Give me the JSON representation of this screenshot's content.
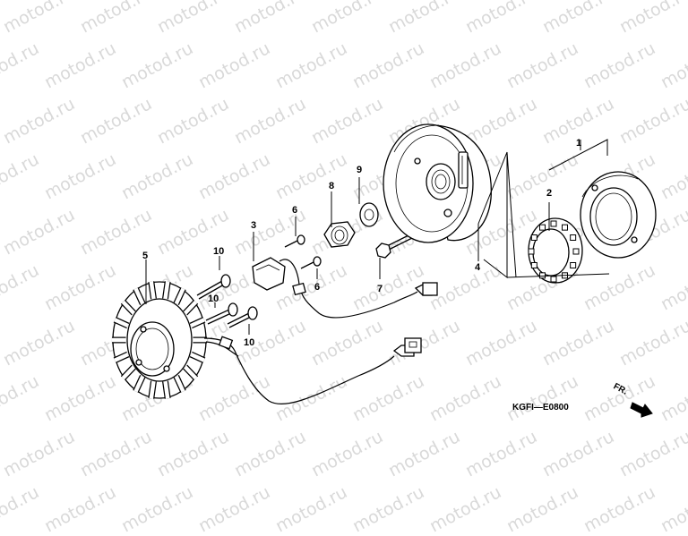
{
  "watermark": "motod.ru",
  "diagram_code": "KGFI—E0800",
  "direction_label": "FR.",
  "callouts": {
    "c1": "1",
    "c2": "2",
    "c3": "3",
    "c4": "4",
    "c5": "5",
    "c6a": "6",
    "c6b": "6",
    "c7": "7",
    "c8": "8",
    "c9": "9",
    "c10a": "10",
    "c10b": "10",
    "c10c": "10"
  }
}
